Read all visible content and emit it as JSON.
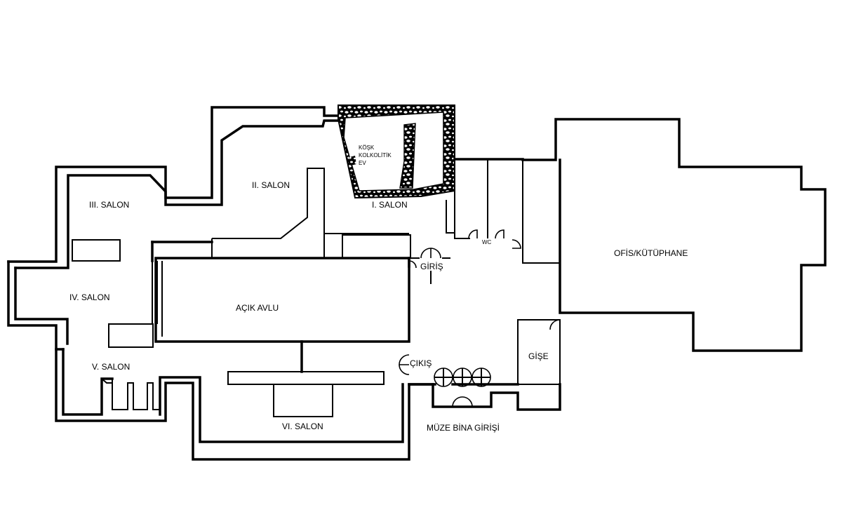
{
  "plan": {
    "rooms": {
      "salon1": "I. SALON",
      "salon2": "II. SALON",
      "salon3": "III. SALON",
      "salon4": "IV. SALON",
      "salon5": "V. SALON",
      "salon6": "VI. SALON",
      "courtyard": "AÇIK AVLU",
      "office": "OFİS/KÜTÜPHANE",
      "ticket": "GİŞE",
      "wc": "WC"
    },
    "kosk": {
      "line1": "KÖŞK",
      "line2": "KOLKOLİTİK",
      "line3": "EV"
    },
    "entrances": {
      "entrance": "GİRİŞ",
      "exit": "ÇIKIŞ",
      "main_entrance": "MÜZE BİNA GİRİŞİ"
    }
  }
}
